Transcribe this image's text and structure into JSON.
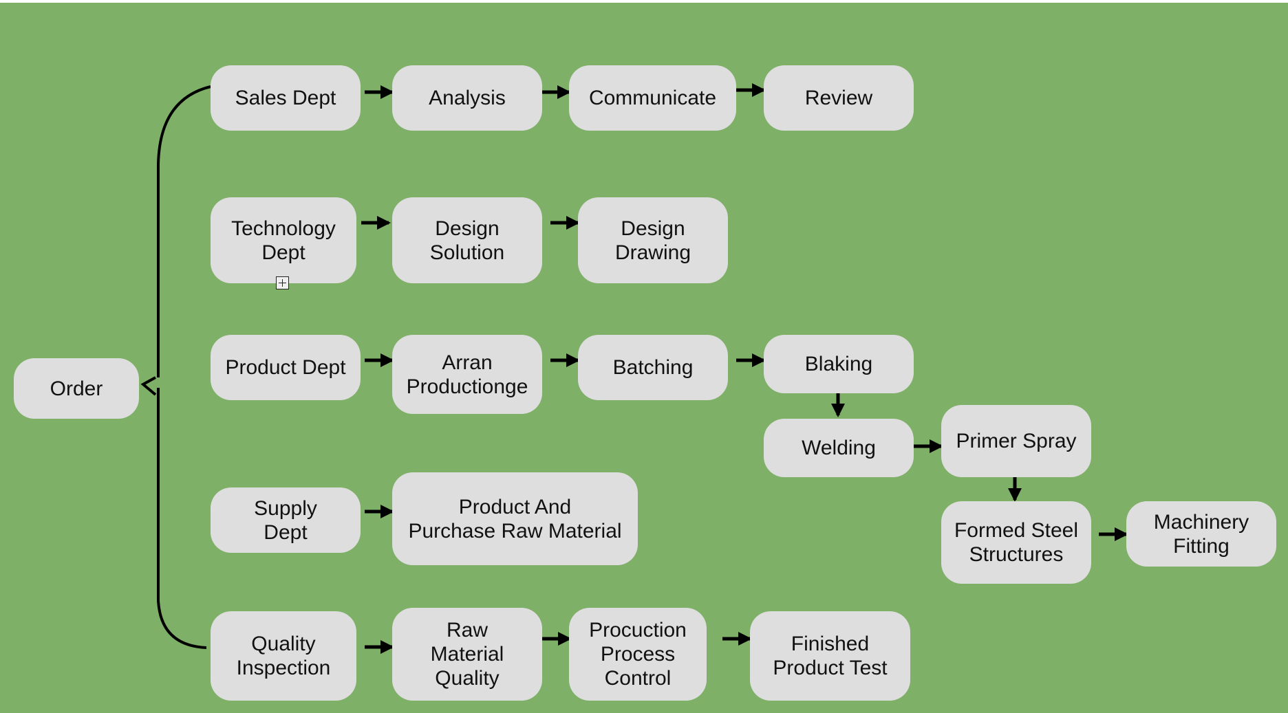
{
  "diagram": {
    "root": "Order",
    "nodes": {
      "order": "Order",
      "sales_dept": "Sales Dept",
      "analysis": "Analysis",
      "communicate": "Communicate",
      "review": "Review",
      "technology_dept": "Technology\nDept",
      "design_solution": "Design\nSolution",
      "design_drawing": "Design\nDrawing",
      "product_dept": "Product Dept",
      "arran_productionge": "Arran\nProductionge",
      "batching": "Batching",
      "blaking": "Blaking",
      "welding": "Welding",
      "primer_spray": "Primer Spray",
      "formed_steel": "Formed Steel\nStructures",
      "machinery_fitting": "Machinery\nFitting",
      "supply_dept": "Supply\nDept",
      "product_purchase": "Product And\nPurchase Raw Material",
      "quality_inspection": "Quality\nInspection",
      "raw_material_quality": "Raw\nMaterial\nQuality",
      "procuction_process": "Procuction\nProcess\nControl",
      "finished_product_test": "Finished\nProduct Test"
    },
    "edges": [
      [
        "sales_dept",
        "analysis"
      ],
      [
        "analysis",
        "communicate"
      ],
      [
        "communicate",
        "review"
      ],
      [
        "technology_dept",
        "design_solution"
      ],
      [
        "design_solution",
        "design_drawing"
      ],
      [
        "product_dept",
        "arran_productionge"
      ],
      [
        "arran_productionge",
        "batching"
      ],
      [
        "batching",
        "blaking"
      ],
      [
        "blaking",
        "welding"
      ],
      [
        "welding",
        "primer_spray"
      ],
      [
        "primer_spray",
        "formed_steel"
      ],
      [
        "formed_steel",
        "machinery_fitting"
      ],
      [
        "supply_dept",
        "product_purchase"
      ],
      [
        "quality_inspection",
        "raw_material_quality"
      ],
      [
        "raw_material_quality",
        "procuction_process"
      ],
      [
        "procuction_process",
        "finished_product_test"
      ]
    ],
    "colors": {
      "background": "#7fb068",
      "node_fill": "#dedede",
      "line": "#000000",
      "text": "#111111"
    }
  }
}
